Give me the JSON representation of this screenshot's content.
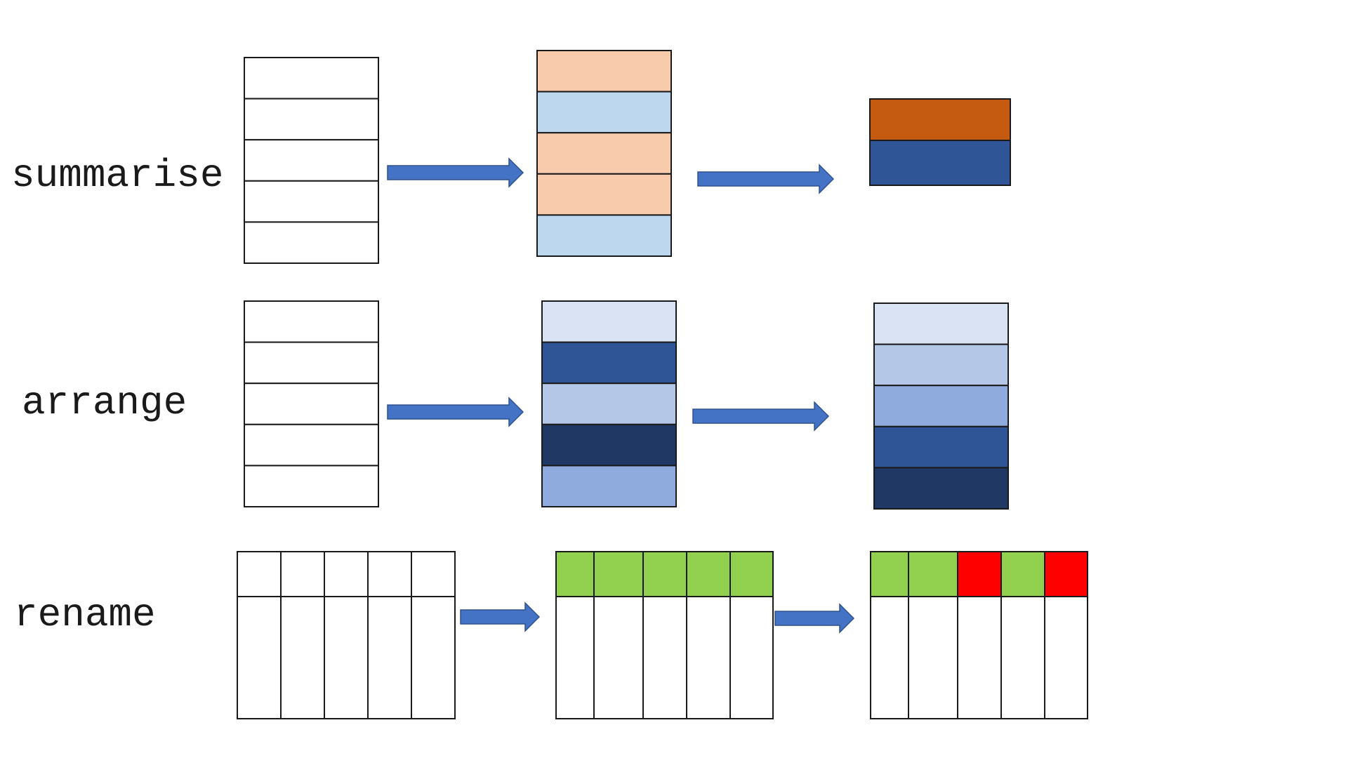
{
  "rows": {
    "summarise": {
      "label": "summarise",
      "stages": [
        [
          "#ffffff",
          "#ffffff",
          "#ffffff",
          "#ffffff",
          "#ffffff"
        ],
        [
          "#f8cbad",
          "#bdd7ee",
          "#f8cbad",
          "#f8cbad",
          "#bdd7ee"
        ],
        [
          "#c55a11",
          "#2f5597"
        ]
      ]
    },
    "arrange": {
      "label": "arrange",
      "stages": [
        [
          "#ffffff",
          "#ffffff",
          "#ffffff",
          "#ffffff",
          "#ffffff"
        ],
        [
          "#dae3f3",
          "#2f5597",
          "#b4c7e7",
          "#203864",
          "#8faadc"
        ],
        [
          "#dae3f3",
          "#b4c7e7",
          "#8faadc",
          "#2f5597",
          "#203864"
        ]
      ]
    },
    "rename": {
      "label": "rename",
      "stages": [
        [
          "#ffffff",
          "#ffffff",
          "#ffffff",
          "#ffffff",
          "#ffffff"
        ],
        [
          "#92d050",
          "#92d050",
          "#92d050",
          "#92d050",
          "#92d050"
        ],
        [
          "#92d050",
          "#92d050",
          "#ff0000",
          "#92d050",
          "#ff0000"
        ]
      ]
    }
  },
  "colors": {
    "arrow": "#4472c4",
    "border": "#1a1a1a"
  }
}
